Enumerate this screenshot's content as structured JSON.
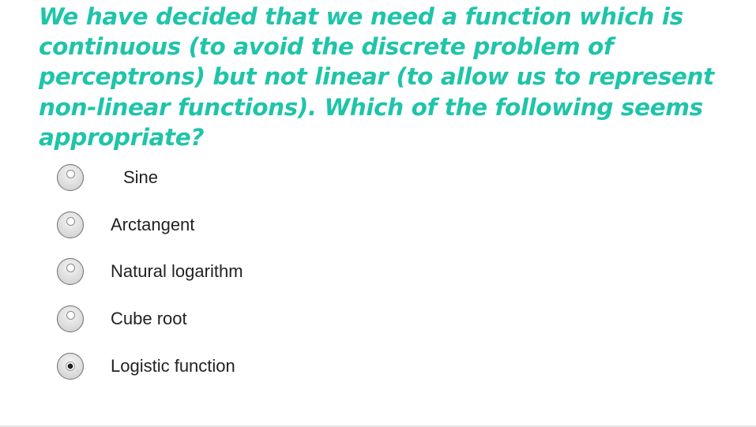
{
  "question": {
    "text": "We have decided that we need a function which is continuous (to avoid the discrete problem of perceptrons) but not linear (to allow us to represent non-linear functions). Which of the following seems appropriate?",
    "color": "#1fc4a9"
  },
  "options": [
    {
      "label": "Sine",
      "selected": false
    },
    {
      "label": "Arctangent",
      "selected": false
    },
    {
      "label": "Natural logarithm",
      "selected": false
    },
    {
      "label": "Cube root",
      "selected": false
    },
    {
      "label": "Logistic function",
      "selected": true
    }
  ],
  "icons": {
    "radio": "radio-button-icon"
  }
}
